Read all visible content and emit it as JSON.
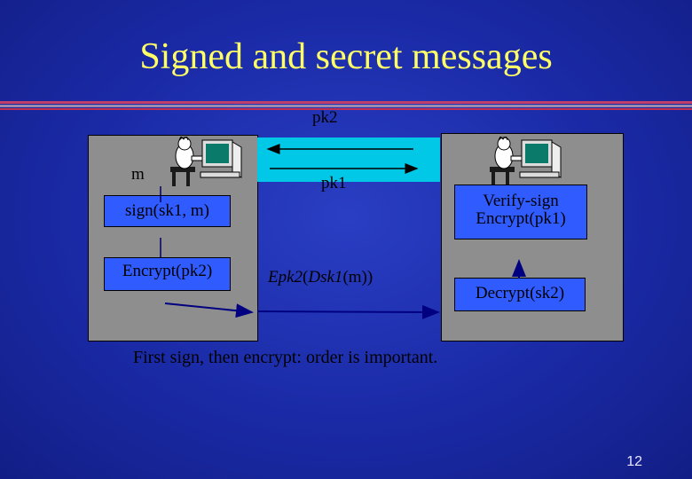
{
  "title": "Signed and secret messages",
  "labels": {
    "pk2": "pk2",
    "pk1": "pk1",
    "m": "m",
    "sign": "sign(sk1, m)",
    "encrypt_pk2": "Encrypt(pk2)",
    "epk2": "Epk2",
    "open1": "(",
    "dsk1": "Dsk1",
    "rest": "(m))",
    "verify_line1": "Verify-sign",
    "verify_line2": "Encrypt(pk1)",
    "decrypt": "Decrypt(sk2)"
  },
  "footnote": "First sign, then encrypt: order is important.",
  "page_number": "12",
  "colors": {
    "background": "#1a2aa6",
    "title": "#ffff66",
    "panel": "#8e8e8e",
    "box": "#2f5bff",
    "channel": "#00c8e6"
  }
}
